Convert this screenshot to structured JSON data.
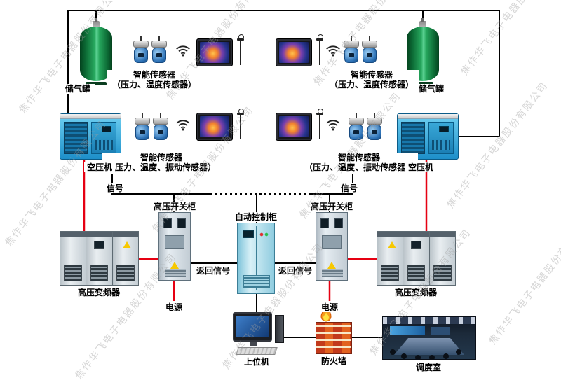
{
  "watermark": {
    "text": "焦作华飞电子电器股份有限公司"
  },
  "nodes": {
    "tank": "储气罐",
    "compressor": "空压机",
    "sensor_title": "智能传感器",
    "sensor_pt": "（压力、温度传感器）",
    "sensor_ptv": "（压力、温度、振动传感器）",
    "signal": "信号",
    "switch_cabinet": "高压开关柜",
    "control_cabinet": "自动控制柜",
    "return_signal": "返回信号",
    "power": "电源",
    "inverter": "高压变频器",
    "host_computer": "上位机",
    "firewall": "防火墙",
    "dispatch_room": "调度室"
  },
  "colors": {
    "signal_line": "#000000",
    "power_line": "#e60012",
    "tank_green": "#1f9d55",
    "compressor_blue": "#2bb0e8",
    "watermark_gray": "#9e9e9e"
  }
}
